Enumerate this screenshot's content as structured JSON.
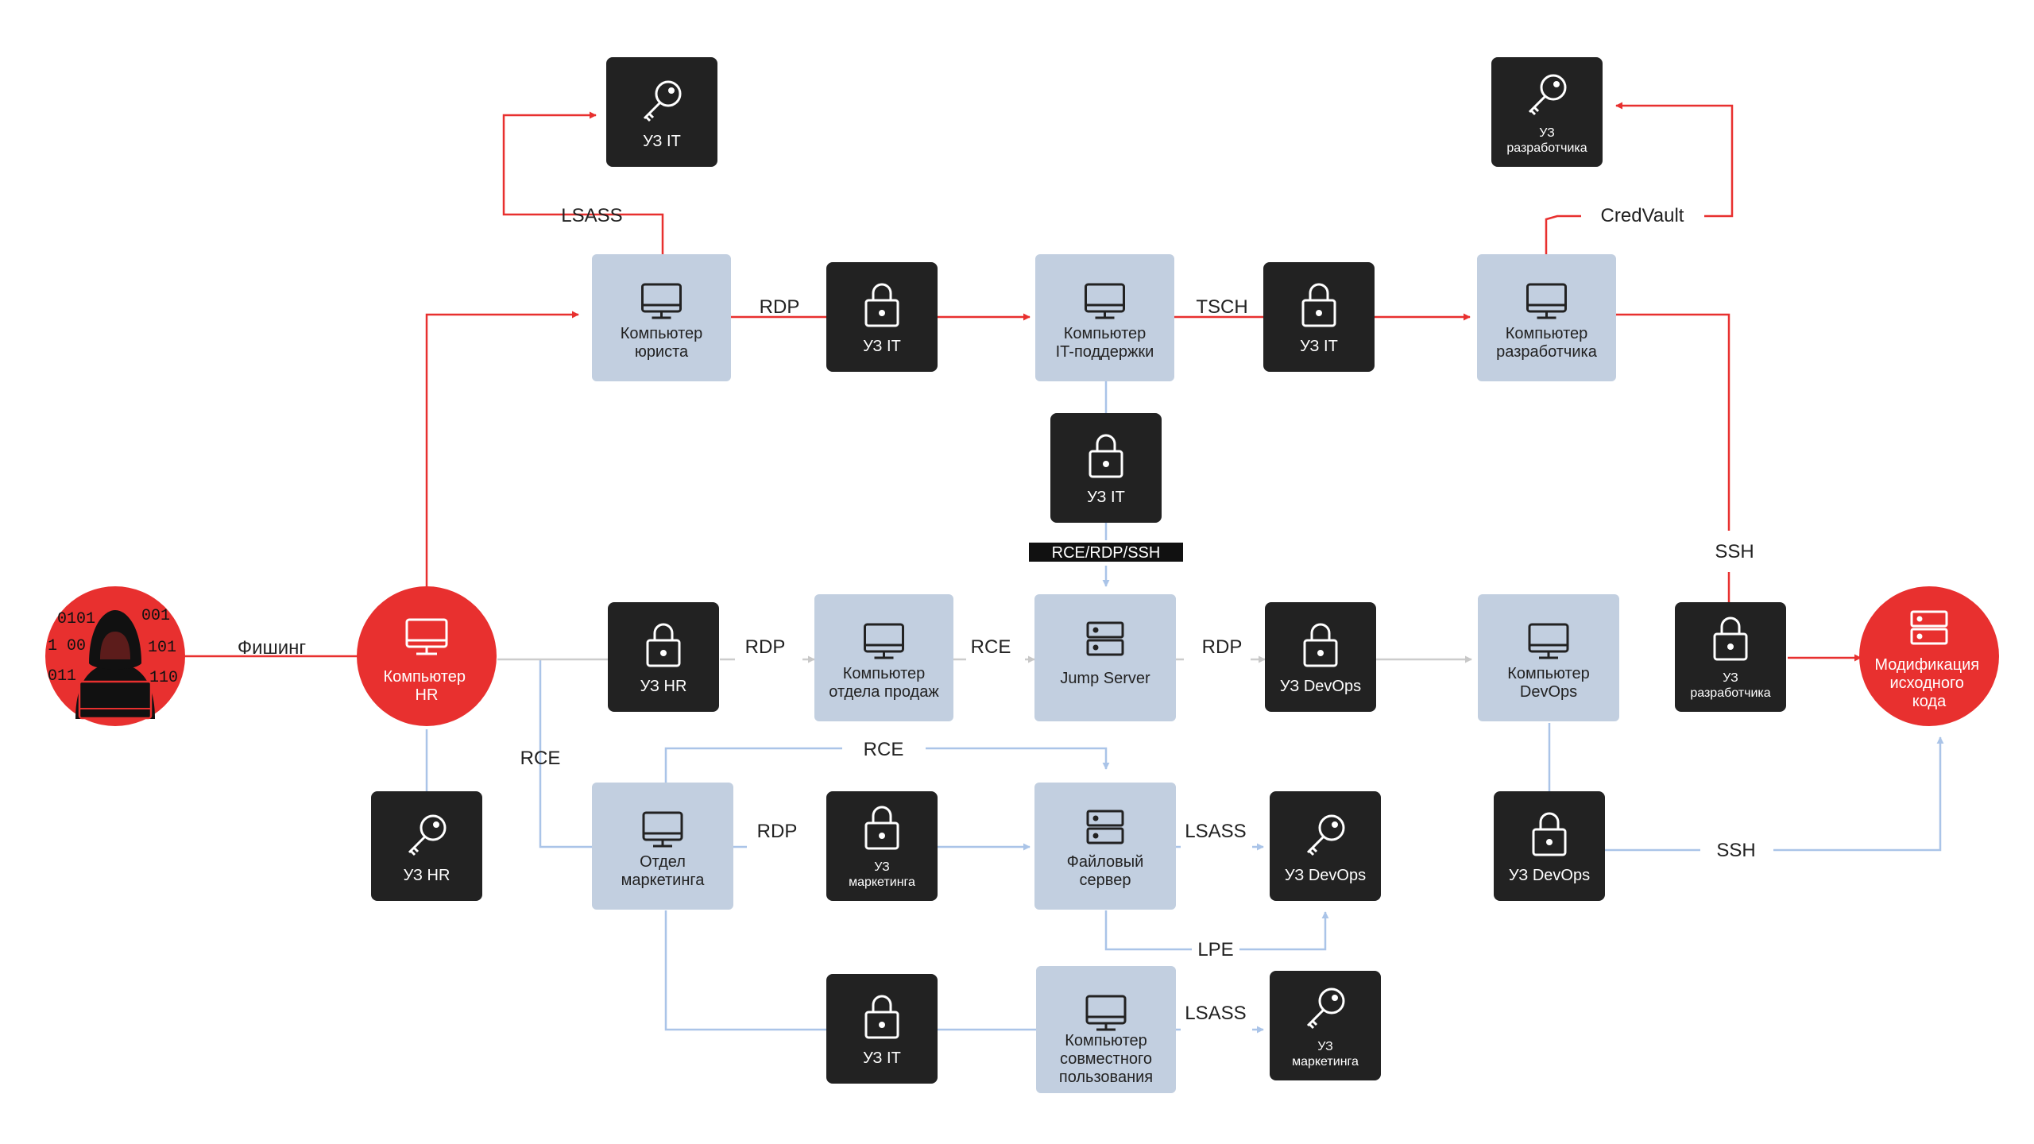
{
  "colors": {
    "attack": "#e8302f",
    "normal": "#aac4e8",
    "host": "#c2cfe0",
    "account": "#222222",
    "text_dark": "#222222",
    "text_light": "#ffffff"
  },
  "nodes": {
    "attacker": {
      "label": ""
    },
    "hr_pc": {
      "label": "Компьютер\nHR",
      "icon": "monitor-icon"
    },
    "hr_acc": {
      "label": "УЗ HR",
      "icon": "key-icon"
    },
    "lawyer_pc": {
      "label": "Компьютер\nюриста",
      "icon": "monitor-icon"
    },
    "it_acc_top": {
      "label": "УЗ IT",
      "icon": "key-icon"
    },
    "it_acc_rdp": {
      "label": "УЗ IT",
      "icon": "lock-icon"
    },
    "itsupport_pc": {
      "label": "Компьютер\nIT-поддержки",
      "icon": "monitor-icon"
    },
    "it_acc_tsch": {
      "label": "УЗ IT",
      "icon": "lock-icon"
    },
    "dev_pc": {
      "label": "Компьютер\nразработчика",
      "icon": "monitor-icon"
    },
    "dev_acc_top": {
      "label": "УЗ\nразработчика",
      "icon": "key-icon"
    },
    "it_acc_mid": {
      "label": "УЗ IT",
      "icon": "lock-icon"
    },
    "hr_acc_lock": {
      "label": "УЗ HR",
      "icon": "lock-icon"
    },
    "sales_pc": {
      "label": "Компьютер\nотдела продаж",
      "icon": "monitor-icon"
    },
    "jump_server": {
      "label": "Jump Server",
      "icon": "server-icon"
    },
    "devops_acc_lock": {
      "label": "УЗ DevOps",
      "icon": "lock-icon"
    },
    "devops_pc": {
      "label": "Компьютер\nDevOps",
      "icon": "monitor-icon"
    },
    "dev_acc_lock": {
      "label": "УЗ\nразработчика",
      "icon": "lock-icon"
    },
    "target": {
      "label": "Модификация\nисходного\nкода",
      "icon": "server-icon"
    },
    "marketing_dept": {
      "label": "Отдел\nмаркетинга",
      "icon": "monitor-icon"
    },
    "marketing_acc_lock": {
      "label": "УЗ\nмаркетинга",
      "icon": "lock-icon"
    },
    "file_server": {
      "label": "Файловый\nсервер",
      "icon": "server-icon"
    },
    "devops_acc_key": {
      "label": "УЗ DevOps",
      "icon": "key-icon"
    },
    "devops_acc_lock2": {
      "label": "УЗ DevOps",
      "icon": "lock-icon"
    },
    "it_acc_bottom": {
      "label": "УЗ IT",
      "icon": "lock-icon"
    },
    "shared_pc": {
      "label": "Компьютер\nсовместного\nпользования",
      "icon": "monitor-icon"
    },
    "marketing_acc_key": {
      "label": "УЗ\nмаркетинга",
      "icon": "key-icon"
    }
  },
  "edge_labels": {
    "phishing": "Фишинг",
    "lsass_top": "LSASS",
    "rdp_top": "RDP",
    "tsch": "TSCH",
    "credvault": "CredVault",
    "rce_rdp_ssh": "RCE/RDP/SSH",
    "ssh_right": "SSH",
    "rdp_mid1": "RDP",
    "rce_mid": "RCE",
    "rdp_mid2": "RDP",
    "rce_left": "RCE",
    "rce_upper": "RCE",
    "rdp_bottom": "RDP",
    "lsass_mid": "LSASS",
    "lpe": "LPE",
    "lsass_bottom": "LSASS",
    "ssh_bottom": "SSH"
  }
}
